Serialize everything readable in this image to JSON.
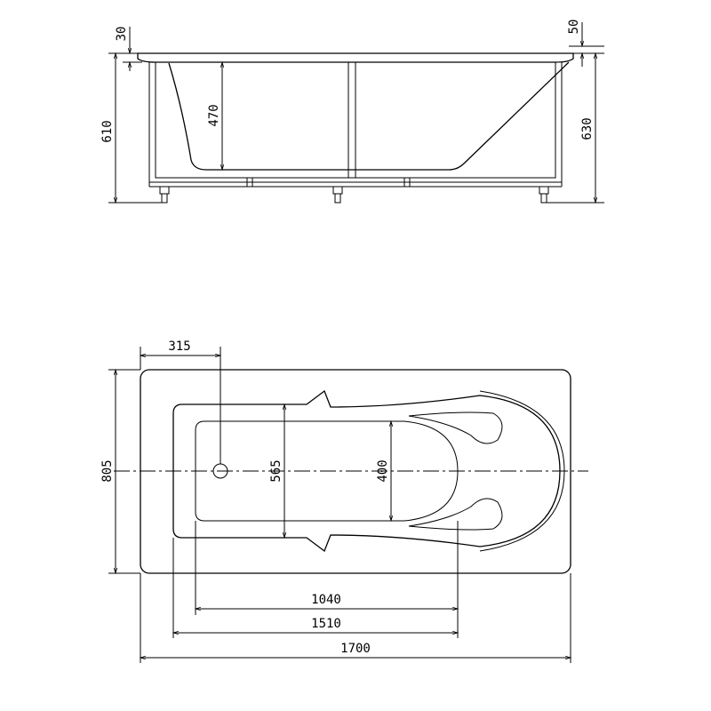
{
  "side_view": {
    "dims": {
      "rim": "30",
      "total_left": "610",
      "depth": "470",
      "headrest": "50",
      "total_right": "630"
    }
  },
  "plan_view": {
    "dims": {
      "drain_offset": "315",
      "width": "805",
      "inner_width": "565",
      "bottom_width": "400",
      "bottom_length": "1040",
      "inner_length": "1510",
      "length": "1700"
    }
  }
}
